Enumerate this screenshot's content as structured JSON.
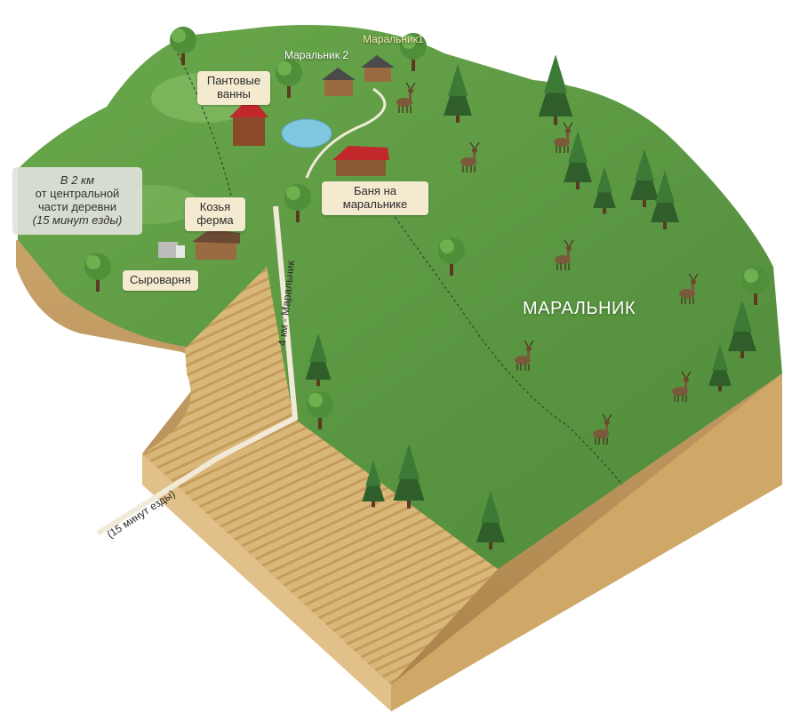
{
  "map": {
    "region_label": "МАРАЛЬНИК",
    "places": {
      "bath_ponty": "Пантовые ванны",
      "maralnik1": "Маральник1",
      "maralnik2": "Маральник 2",
      "banya": "Баня на маральнике",
      "goat_farm": "Козья ферма",
      "cheese": "Сыроварня"
    },
    "note": {
      "line1": "В 2 км",
      "line2": "от центральной части деревни",
      "line3": "(15 минут езды)"
    },
    "roads": {
      "to_maralnik": "4 км - Маральник",
      "drive_time": "(15 минут езды)"
    },
    "colors": {
      "grass": "#5e9a43",
      "soil": "#d8b67a",
      "roof_red": "#c0282b",
      "pond": "#7fc8e0"
    },
    "icons": [
      "spruce-tree-icon",
      "deciduous-tree-icon",
      "deer-icon",
      "house-icon"
    ]
  }
}
